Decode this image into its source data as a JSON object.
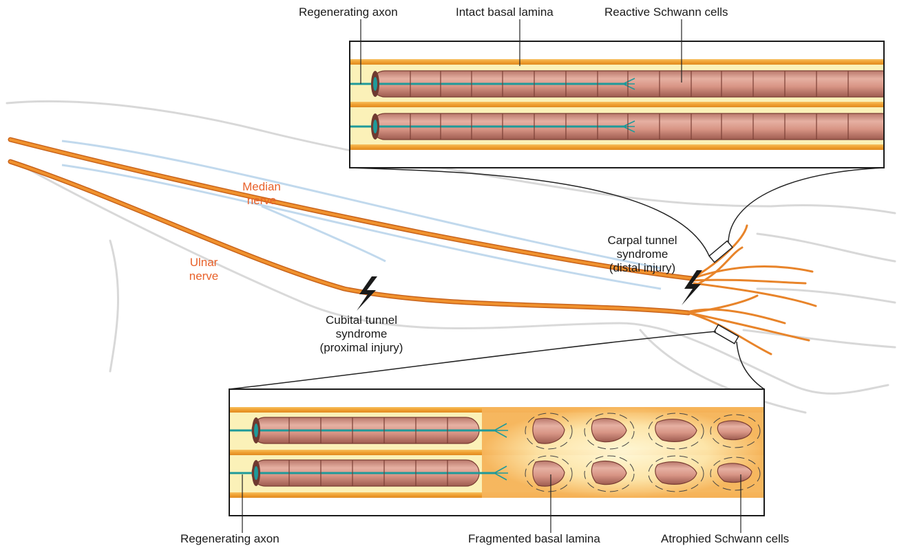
{
  "labels": {
    "top_regenerating_axon": "Regenerating axon",
    "intact_basal_lamina": "Intact basal lamina",
    "reactive_schwann_cells": "Reactive Schwann cells",
    "median_nerve_line1": "Median",
    "median_nerve_line2": "nerve",
    "ulnar_nerve_line1": "Ulnar",
    "ulnar_nerve_line2": "nerve",
    "carpal_line1": "Carpal tunnel",
    "carpal_line2": "syndrome",
    "carpal_line3": "(distal injury)",
    "cubital_line1": "Cubital tunnel",
    "cubital_line2": "syndrome",
    "cubital_line3": "(proximal injury)",
    "bottom_regenerating_axon": "Regenerating axon",
    "fragmented_basal_lamina": "Fragmented basal lamina",
    "atrophied_schwann_cells": "Atrophied Schwann cells"
  },
  "colors": {
    "nerve": "#f0922e",
    "nerve_dark": "#c8621a",
    "label_orange": "#e8612a",
    "lamina": "#f2a33a",
    "lamina_fill": "#fbf1b8",
    "schwann": "#d99a8a",
    "schwann_dark": "#8a4a3e",
    "axon": "#1e9a9a",
    "arm_outline": "#c9c9c9",
    "bone": "#b7d3ea"
  },
  "icons": {
    "injury_marker": "lightning-bolt-icon"
  }
}
